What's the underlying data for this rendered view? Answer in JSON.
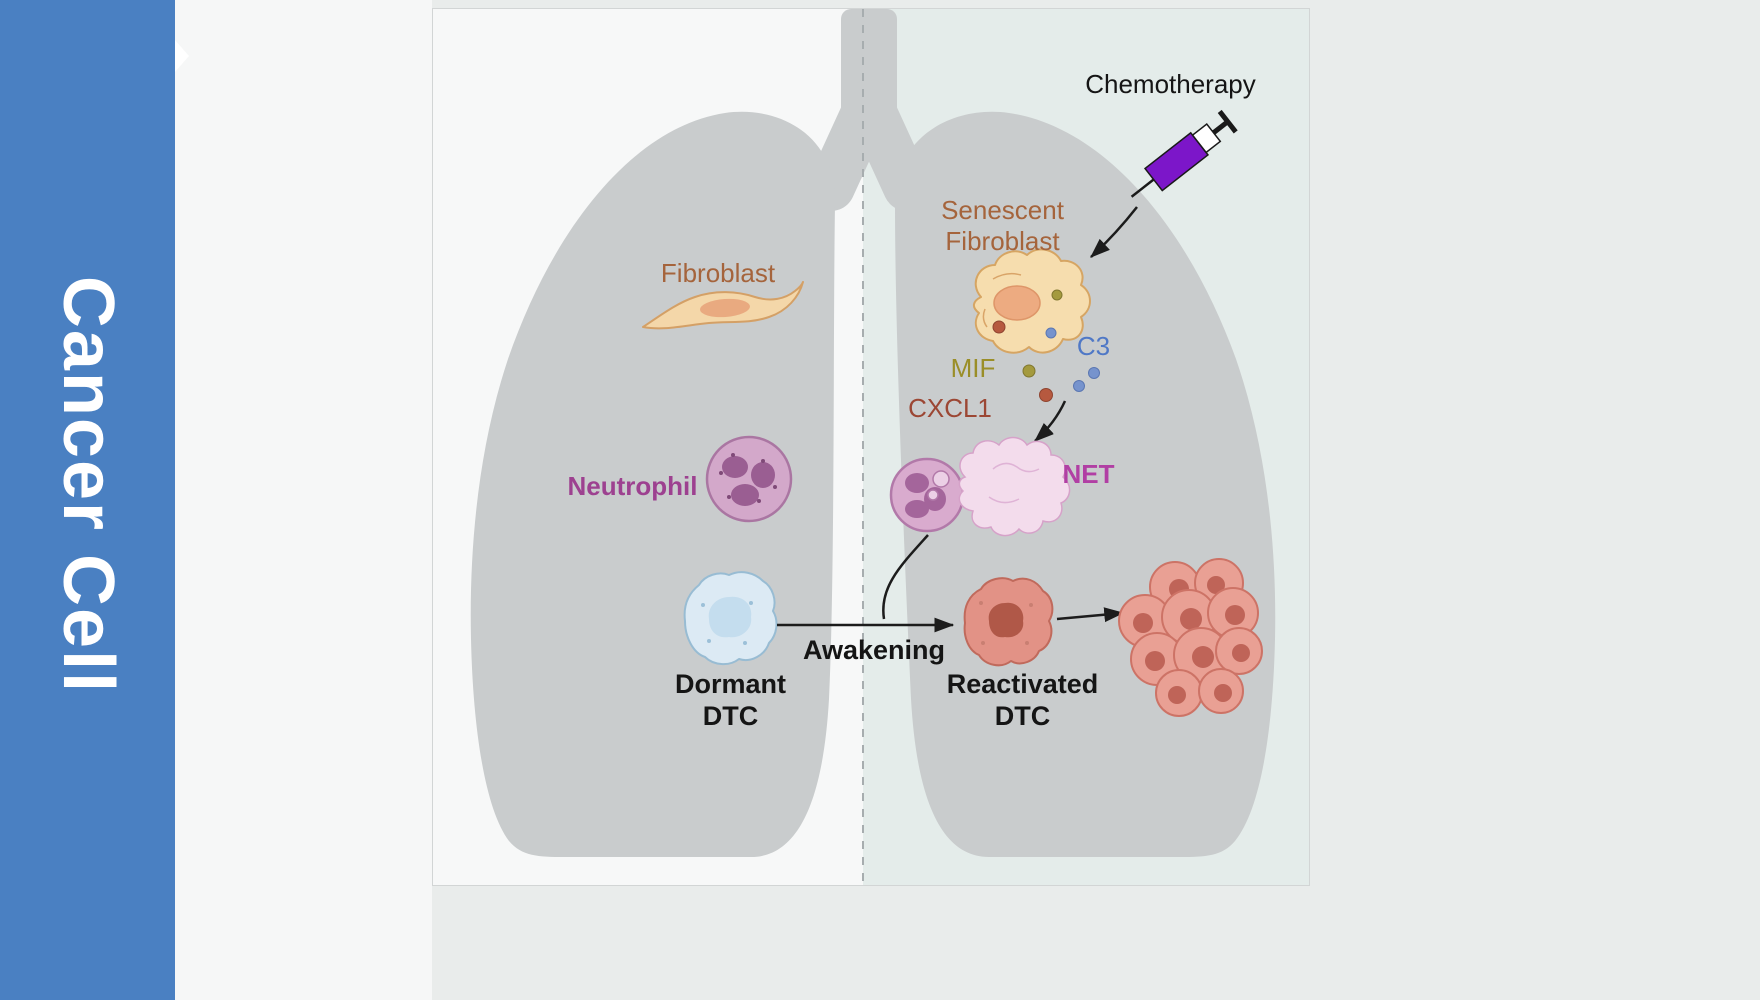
{
  "banner": {
    "title": "Cancer Cell",
    "bg_color": "#4a80c2",
    "text_color": "#ffffff"
  },
  "figure": {
    "labels": {
      "chemotherapy": "Chemotherapy",
      "senescent_fibroblast": "Senescent\nFibroblast",
      "c3": "C3",
      "mif": "MIF",
      "cxcl1": "CXCL1",
      "net": "NET",
      "fibroblast": "Fibroblast",
      "neutrophil": "Neutrophil",
      "dormant_dtc": "Dormant\nDTC",
      "awakening": "Awakening",
      "reactivated_dtc": "Reactivated\nDTC"
    },
    "colors": {
      "label_brown": "#a5643c",
      "label_olive": "#9a8e28",
      "label_rust": "#9c4734",
      "label_blue": "#4f78c6",
      "label_magenta": "#b13fa4",
      "label_plum": "#9d4190",
      "label_black": "#151515",
      "lung_gray": "#c9cccd",
      "left_half_bg": "#f7f8f8",
      "right_half_bg": "#e4ecea",
      "syringe_purple": "#7c16c9",
      "fibroblast_fill": "#f4d7a9",
      "senescent_fibroblast_fill": "#f6ddae",
      "neutrophil_fill": "#d3a8ca",
      "net_fill": "#f3dcec",
      "dormant_dtc_fill": "#dceaf4",
      "reactivated_dtc_fill": "#e29286",
      "tumor_fill": "#e9a094",
      "mif_dot": "#a49a3e",
      "cxcl1_dot": "#b6593f",
      "c3_dot": "#7693cd"
    }
  }
}
